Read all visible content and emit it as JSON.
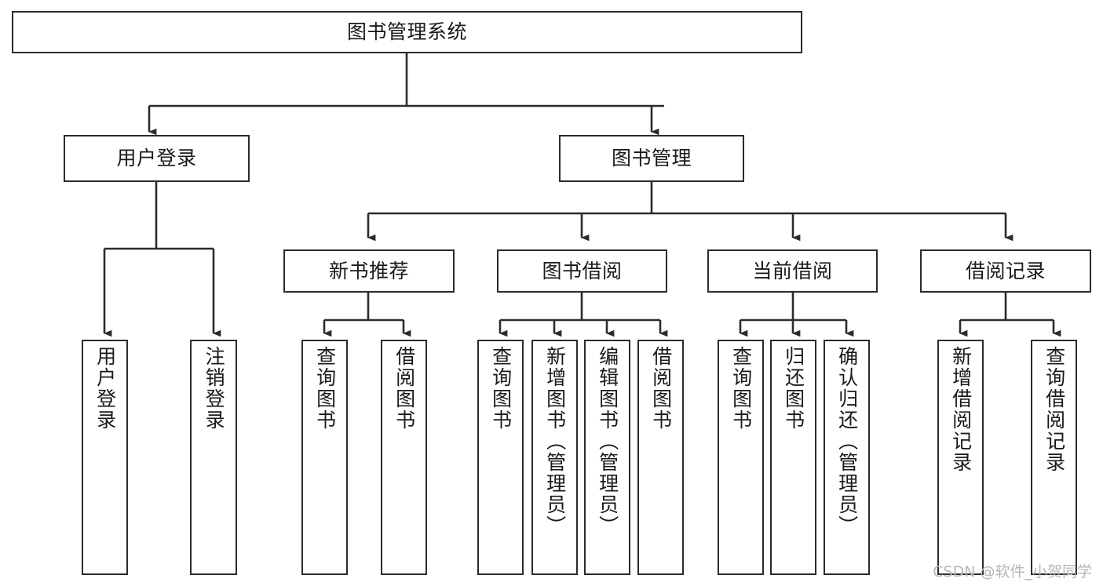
{
  "diagram": {
    "title": "图书管理系统",
    "type": "tree-hierarchy",
    "orientation": "top-down",
    "watermark": "CSDN @软件_小贺同学",
    "colors": {
      "node_border": "#2b2b2b",
      "node_fill": "#ffffff",
      "edge": "#2b2b2b",
      "text": "#1a1a1a",
      "background": "#ffffff",
      "watermark": "#b6b6b6"
    },
    "nodes": {
      "root": {
        "label": "图书管理系统"
      },
      "level2": [
        {
          "label": "用户登录"
        },
        {
          "label": "图书管理"
        }
      ],
      "level3": [
        {
          "label": "新书推荐"
        },
        {
          "label": "图书借阅"
        },
        {
          "label": "当前借阅"
        },
        {
          "label": "借阅记录"
        }
      ],
      "leaves": {
        "user_login": [
          {
            "label": "用户登录"
          },
          {
            "label": "注销登录"
          }
        ],
        "new_book_recommend": [
          {
            "label": "查询图书"
          },
          {
            "label": "借阅图书"
          }
        ],
        "book_borrow": [
          {
            "label": "查询图书"
          },
          {
            "label": "新增图书（管理员）"
          },
          {
            "label": "编辑图书（管理员）"
          },
          {
            "label": "借阅图书"
          }
        ],
        "current_borrow": [
          {
            "label": "查询图书"
          },
          {
            "label": "归还图书"
          },
          {
            "label": "确认归还（管理员）"
          }
        ],
        "borrow_record": [
          {
            "label": "新增借阅记录"
          },
          {
            "label": "查询借阅记录"
          }
        ]
      }
    }
  }
}
